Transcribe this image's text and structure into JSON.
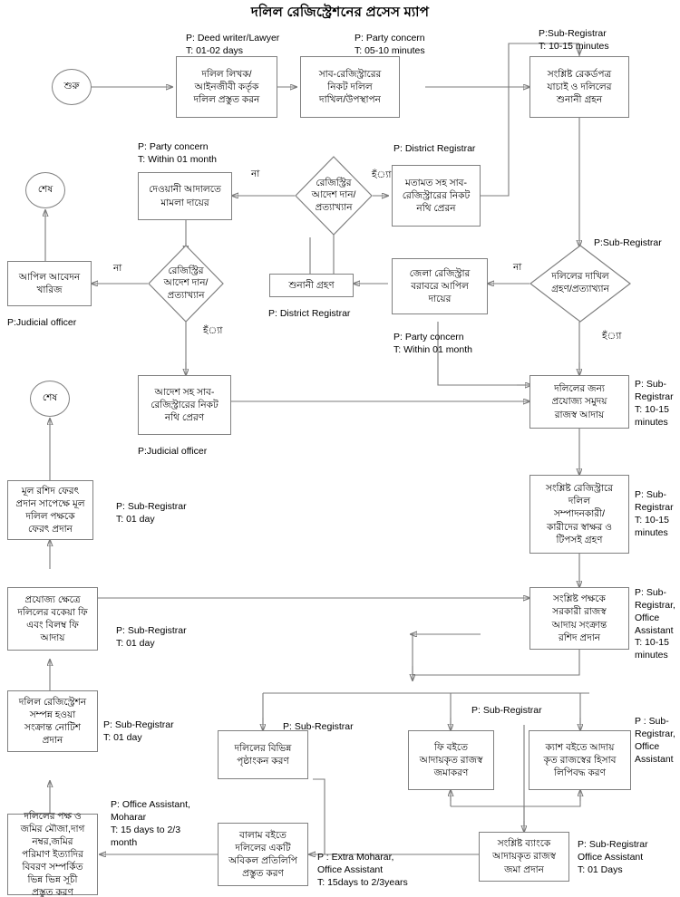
{
  "page": {
    "title": "দলিল রেজিস্ট্রেশনের প্রসেস ম্যাপ",
    "accent": "#808080",
    "line_color": "#7b7b7b",
    "text_color": "#000000"
  },
  "terminators": [
    {
      "id": "start",
      "label": "শুরু"
    },
    {
      "id": "end1",
      "label": "শেষ"
    },
    {
      "id": "end2",
      "label": "শেষ"
    }
  ],
  "nodes": [
    {
      "id": "n1",
      "label": "দলিল লিখক/\nআইনজীবী কর্তৃক\nদলিল প্রস্তুত করন"
    },
    {
      "id": "n2",
      "label": "সাব-রেজিস্ট্রারের\nনিকট দলিল\nদাখিল/উপস্থাপন"
    },
    {
      "id": "n3",
      "label": "সংশ্লিষ্ট রেকর্ডপত্র\nযাচাই ও দলিলের\nশুনানী গ্রহন"
    },
    {
      "id": "n4",
      "label": "দেওয়ানী আদালতে\nমামলা দায়ের"
    },
    {
      "id": "n5",
      "label": "মতামত সহ সাব-\nরেজিস্ট্রারের নিকট\nনথি প্রেরন"
    },
    {
      "id": "n6",
      "label": "আপিল আবেদন\nখারিজ"
    },
    {
      "id": "n7",
      "label": "শুনানী গ্রহণ"
    },
    {
      "id": "n8",
      "label": "জেলা রেজিস্ট্রার\nবরাবরে আপিল\nদায়ের"
    },
    {
      "id": "n9",
      "label": "আদেশ সহ সাব-\nরেজিস্ট্রারের নিকট\nনথি প্রেরণ"
    },
    {
      "id": "n10",
      "label": "দলিলের জন্য\nপ্রযোজ্য সমুদয়\nরাজস্ব আদায়"
    },
    {
      "id": "n11",
      "label": "মূল রশিদ ফেরৎ\nপ্রদান সাপেক্ষে মূল\nদলিল পক্ষকে\nফেরৎ প্রদান"
    },
    {
      "id": "n12",
      "label": "সংশ্লিষ্ট রেজিস্ট্রারে\nদলিল\nসম্পাদনকারী/\nকারীদের স্বাক্ষর ও\nটিপসই গ্রহণ"
    },
    {
      "id": "n13",
      "label": "প্রযোজ্য ক্ষেত্রে\nদলিলের বকেয়া ফি\nএবং বিলম্ব ফি\nআদায়"
    },
    {
      "id": "n14",
      "label": "সংশ্লিষ্ট পক্ষকে\nসরকারী রাজস্ব\nআদায় সংক্রান্ত\nরশিদ প্রদান"
    },
    {
      "id": "n15",
      "label": "দলিল রেজিস্ট্রেশন\nসম্পন্ন হওয়া\nসংক্রান্ত নোটিশ\nপ্রদান"
    },
    {
      "id": "n16",
      "label": "দলিলের বিভিন্ন\nপৃষ্ঠাংকন করণ"
    },
    {
      "id": "n17",
      "label": "ফি বইতে\nআদায়কৃত রাজস্ব\nজমাকরণ"
    },
    {
      "id": "n18",
      "label": "ক্যাশ বইতে আদায়\nকৃত রাজস্বের হিসাব\nলিপিবদ্ধ করণ"
    },
    {
      "id": "n19",
      "label": "দলিলের পক্ষ ও\nজমির মৌজা,দাগ\nনম্বর,জমির\nপরিমাণ ইত্যাদির\nবিবরণ সম্পর্কিত\nভিন্ন ভিন্ন সূচী\nপ্রস্তুত করণ"
    },
    {
      "id": "n20",
      "label": "বালাম বইতে\nদলিলের একটি\nঅবিকল প্রতিলিপি\nপ্রস্তুত করণ"
    },
    {
      "id": "n21",
      "label": "সংশ্লিষ্ট ব্যাংকে\nআদায়কৃত রাজস্ব\nজমা প্রদান"
    }
  ],
  "decisions": [
    {
      "id": "d1",
      "label": "রেজিস্ট্রির\nআদেশ দান/\nপ্রত্যাখ্যান"
    },
    {
      "id": "d2",
      "label": "রেজিস্ট্রির\nআদেশ দান/\nপ্রত্যাখ্যান"
    },
    {
      "id": "d3",
      "label": "দলিলের দাখিল\nগ্রহণ/প্রত্যাখ্যান"
    }
  ],
  "annotations": [
    {
      "id": "a1",
      "text": "P: Deed writer/Lawyer\nT: 01-02 days"
    },
    {
      "id": "a2",
      "text": "P: Party concern\nT: 05-10 minutes"
    },
    {
      "id": "a3",
      "text": "P:Sub-Registrar\nT: 10-15 minutes"
    },
    {
      "id": "a4",
      "text": "P: Party concern\nT: Within 01 month"
    },
    {
      "id": "a5",
      "text": "P: District Registrar"
    },
    {
      "id": "a6",
      "text": "P:Sub-Registrar"
    },
    {
      "id": "a7",
      "text": "P:Judicial officer"
    },
    {
      "id": "a8",
      "text": "P: District Registrar"
    },
    {
      "id": "a9",
      "text": "P: Party concern\nT: Within 01 month"
    },
    {
      "id": "a10",
      "text": "P:Judicial officer"
    },
    {
      "id": "a11",
      "text": "P: Sub-\nRegistrar\nT: 10-15\nminutes"
    },
    {
      "id": "a12",
      "text": "P: Sub-\nRegistrar\nT: 10-15\nminutes"
    },
    {
      "id": "a13",
      "text": "P: Sub-Registrar\nT: 01 day"
    },
    {
      "id": "a14",
      "text": "P: Sub-Registrar\nT: 01 day"
    },
    {
      "id": "a15",
      "text": "P: Sub-\nRegistrar,\nOffice\nAssistant\nT: 10-15\nminutes"
    },
    {
      "id": "a16",
      "text": "P: Sub-Registrar\nT: 01 day"
    },
    {
      "id": "a17",
      "text": "P: Sub-Registrar"
    },
    {
      "id": "a18",
      "text": "P: Sub-Registrar"
    },
    {
      "id": "a19",
      "text": "P : Sub-\nRegistrar,\nOffice\nAssistant"
    },
    {
      "id": "a20",
      "text": "P: Office Assistant,\nMoharar\nT: 15 days to 2/3\nmonth"
    },
    {
      "id": "a21",
      "text": "P : Extra Moharar,\nOffice Assistant\nT: 15days to 2/3years"
    },
    {
      "id": "a22",
      "text": "P: Sub-Registrar\nOffice Assistant\nT: 01 Days"
    }
  ],
  "edge_labels": [
    {
      "id": "e1",
      "text": "না"
    },
    {
      "id": "e2",
      "text": "হঁ্যা"
    },
    {
      "id": "e3",
      "text": "না"
    },
    {
      "id": "e4",
      "text": "হঁ্যা"
    },
    {
      "id": "e5",
      "text": "না"
    },
    {
      "id": "e6",
      "text": "হঁ্যা"
    }
  ]
}
